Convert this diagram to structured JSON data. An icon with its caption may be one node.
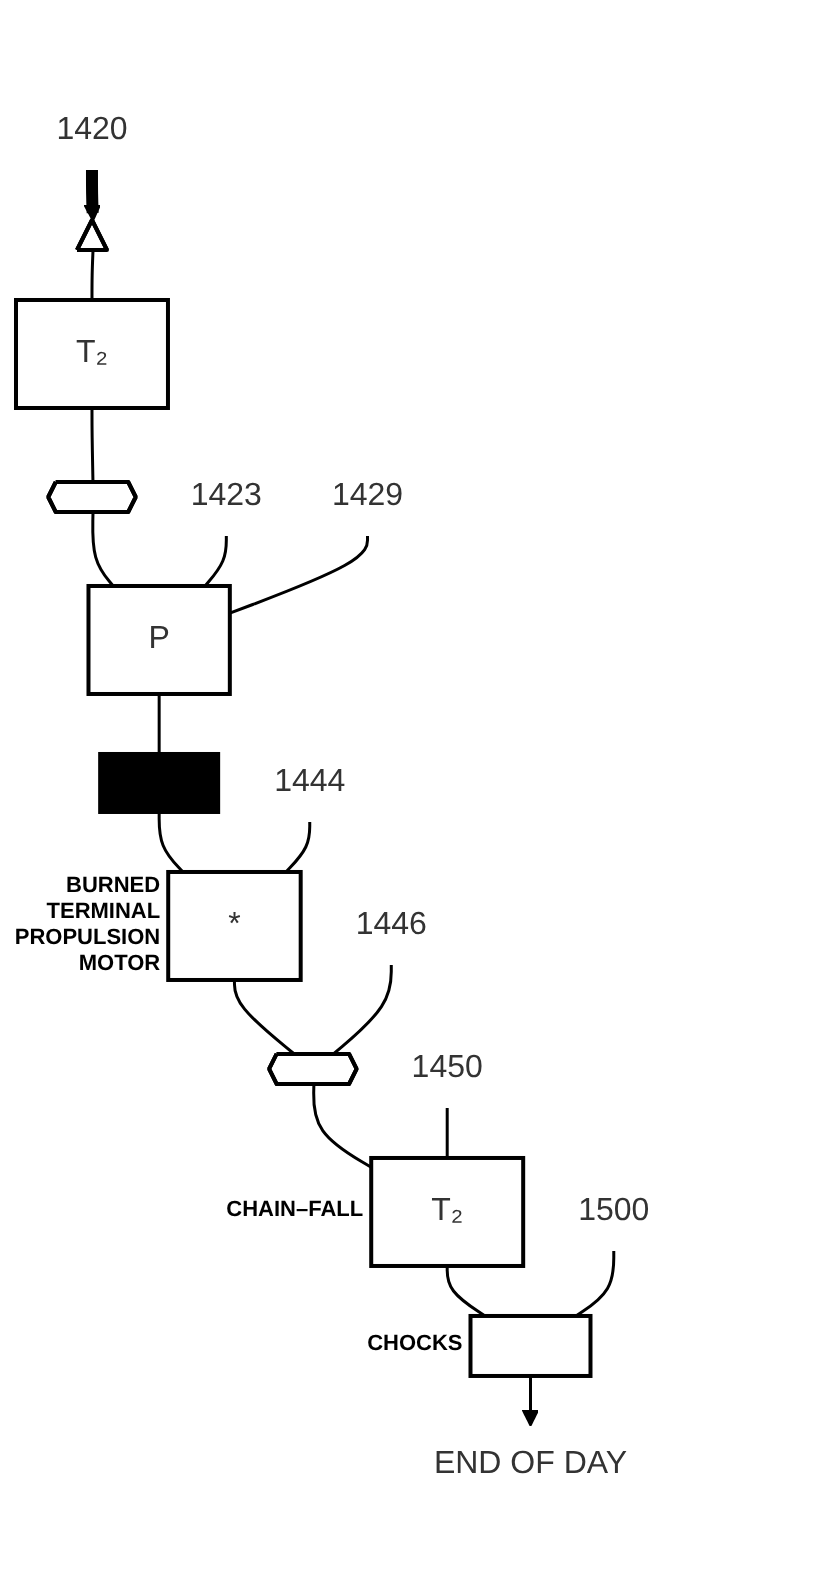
{
  "diagram": {
    "nodes": [
      {
        "text": [],
        "shape": "triangle"
      },
      {
        "text": [
          "T₂"
        ]
      },
      {
        "text": [],
        "shape": "hexagon"
      },
      {
        "text": [
          "P"
        ]
      },
      {
        "text": [],
        "shape": "box"
      },
      {
        "text": [
          "*"
        ],
        "beside": [
          "BURNED TERMINAL PROPULSION MOTOR"
        ]
      },
      {
        "text": [],
        "shape": "hexagon"
      },
      {
        "text": [
          "T₂"
        ],
        "beside": [
          "CHAIN–FALL"
        ]
      },
      {
        "text": [],
        "shape": "box",
        "beside": [
          "CHOCKS"
        ]
      },
      {
        "text": [
          "END OF DAY"
        ]
      },
      {
        "text": [
          "1420"
        ]
      },
      {
        "text": [
          "1423"
        ]
      },
      {
        "text": [
          "1429"
        ]
      },
      {
        "text": [
          "1444"
        ]
      },
      {
        "text": [
          "1446"
        ]
      },
      {
        "text": [
          "1450"
        ]
      },
      {
        "text": [
          "1500"
        ]
      }
    ],
    "edges": [
      {
        "from": 0,
        "to": 1,
        "arrow": "none"
      },
      {
        "from": 1,
        "to": 2,
        "arrow": "none"
      },
      {
        "from": 2,
        "to": 3,
        "arrow": "none"
      },
      {
        "from": 3,
        "to": 4,
        "arrow": "none"
      },
      {
        "from": 4,
        "to": 5,
        "arrow": "none"
      },
      {
        "from": 5,
        "to": 6,
        "arrow": "none"
      },
      {
        "from": 6,
        "to": 7,
        "arrow": "none"
      },
      {
        "from": 7,
        "to": 8,
        "arrow": "none"
      },
      {
        "from": 8,
        "to": 9,
        "arrow": "to"
      },
      {
        "from": 10,
        "to": 0,
        "arrow": "to",
        "style": "thick"
      },
      {
        "from": 11,
        "to": 3,
        "arrow": "none"
      },
      {
        "from": 12,
        "to": 3,
        "arrow": "none"
      },
      {
        "from": 13,
        "to": 5,
        "arrow": "none"
      },
      {
        "from": 14,
        "to": 6,
        "arrow": "none"
      },
      {
        "from": 15,
        "to": 7,
        "arrow": "none"
      },
      {
        "from": 16,
        "to": 8,
        "arrow": "none"
      }
    ]
  }
}
